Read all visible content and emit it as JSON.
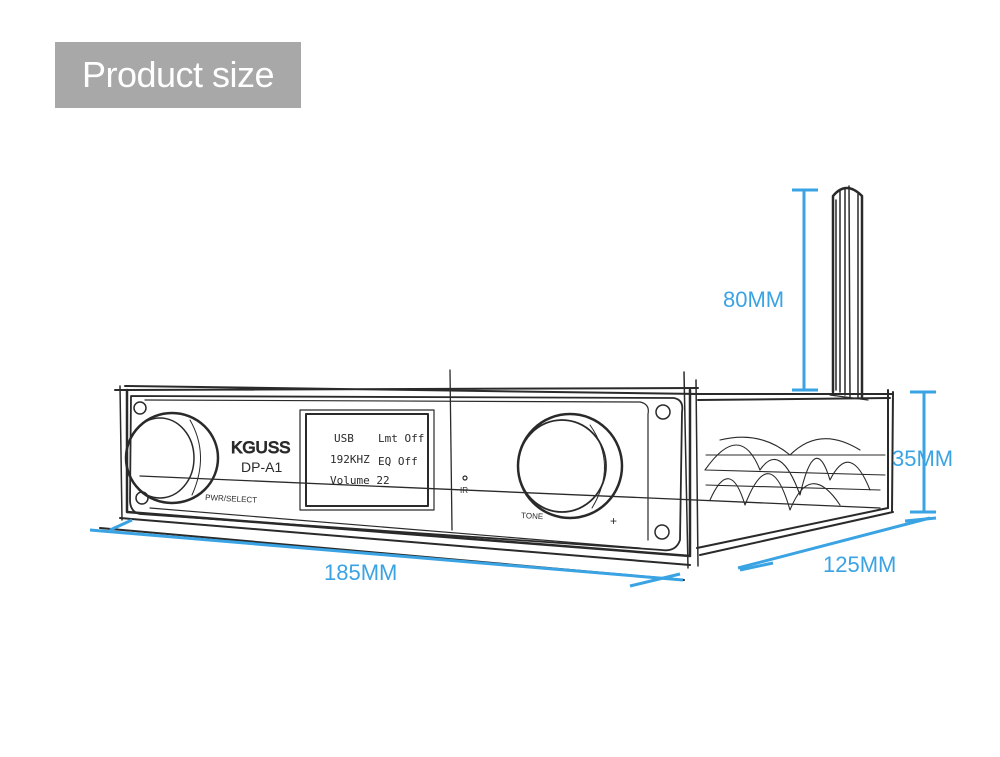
{
  "banner": {
    "title": "Product size",
    "background": "#a8a8a8"
  },
  "device": {
    "brand": "KGUSS",
    "model": "DP-A1",
    "left_knob_label": "PWR/SELECT",
    "right_knob_label": "TONE",
    "ir_label": "IR",
    "plus_sign": "+",
    "display": {
      "line1_left": "USB",
      "line1_right": "Lmt Off",
      "line2_left": "192KHZ",
      "line2_right": "EQ Off",
      "line3": "Volume 22"
    }
  },
  "dimensions": {
    "width": "185MM",
    "depth": "125MM",
    "height": "35MM",
    "antenna": "80MM",
    "color": "#3aa3e3"
  }
}
